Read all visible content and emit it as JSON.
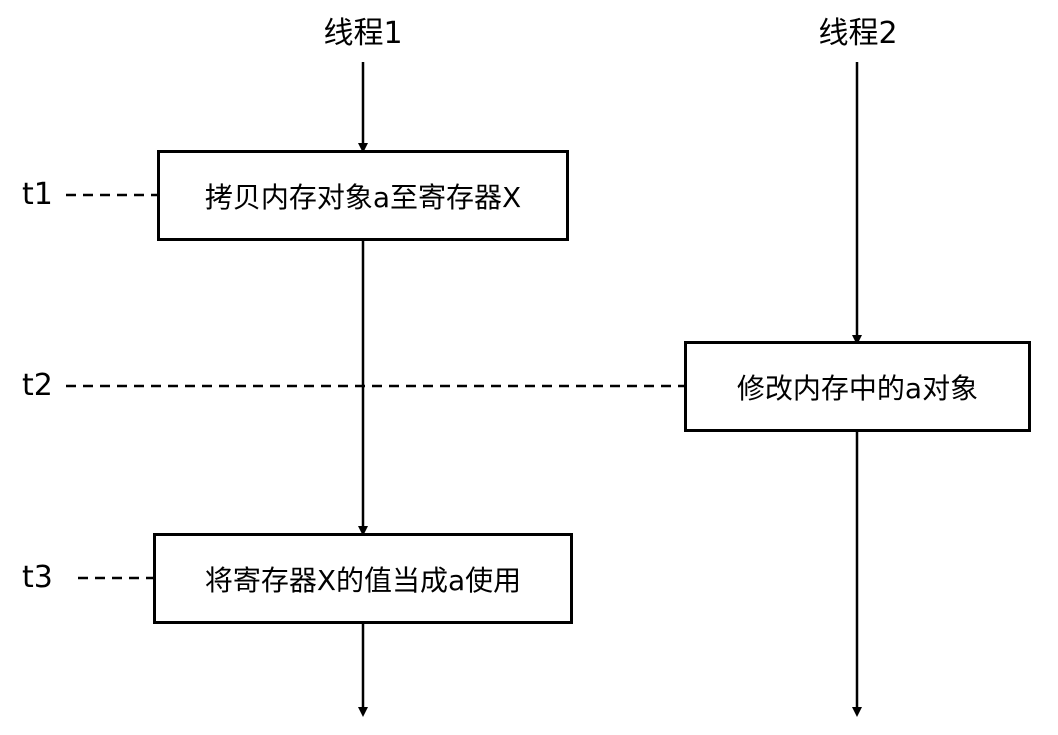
{
  "threads": [
    {
      "title": "线程1"
    },
    {
      "title": "线程2"
    }
  ],
  "times": [
    "t1",
    "t2",
    "t3"
  ],
  "steps": [
    {
      "text": "拷贝内存对象a至寄存器X"
    },
    {
      "text": "修改内存中的a对象"
    },
    {
      "text": "将寄存器X的值当成a使用"
    }
  ]
}
